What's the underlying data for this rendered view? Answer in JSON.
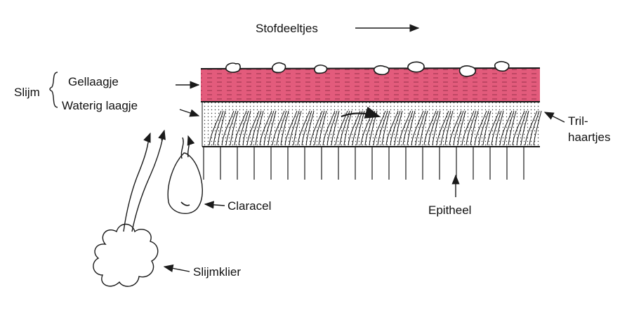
{
  "labels": {
    "stofdeeltjes": "Stofdeeltjes",
    "slijm": "Slijm",
    "gellaagje": "Gellaagje",
    "waterig_laagje": "Waterig laagje",
    "tril": "Tril-",
    "haartjes": "haartjes",
    "claracel": "Claracel",
    "epitheel": "Epitheel",
    "slijmklier": "Slijmklier"
  },
  "colors": {
    "gel_layer": "#e35b7c",
    "ink": "#1a1a1a",
    "background": "#ffffff"
  }
}
